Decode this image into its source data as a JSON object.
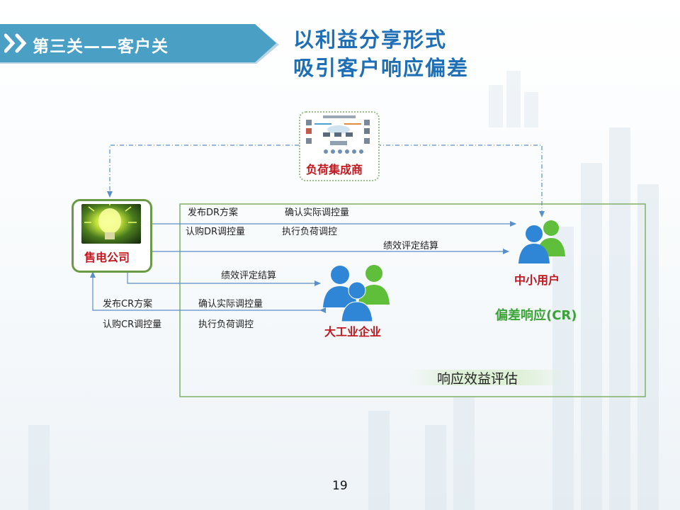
{
  "header": {
    "section_title": "第三关——客户关",
    "main_title_line1": "以利益分享形式",
    "main_title_line2": "吸引客户响应偏差"
  },
  "nodes": {
    "aggregator": "负荷集成商",
    "retail_company": "售电公司",
    "small_users": "中小用户",
    "large_industrial": "大工业企业"
  },
  "flows": {
    "publish_dr": "发布DR方案",
    "confirm_actual_top": "确认实际调控量",
    "subscribe_dr": "认购DR调控量",
    "execute_load_top": "执行负荷调控",
    "performance_small": "绩效评定结算",
    "performance_large": "绩效评定结算",
    "publish_cr": "发布CR方案",
    "confirm_actual_bottom": "确认实际调控量",
    "subscribe_cr": "认购CR调控量",
    "execute_load_bottom": "执行负荷调控"
  },
  "deviation_response": "偏差响应(CR)",
  "response_evaluation": "响应效益评估",
  "page_number": "19",
  "colors": {
    "banner": "#4a9fc4",
    "title_blue": "#1f6fb6",
    "node_red": "#c0181e",
    "green": "#3aa335",
    "arrow_blue": "#5b8fc7",
    "frame_green": "#7fb069"
  },
  "icons": [
    "chevron-right-icon",
    "light-bulb-icon",
    "user-group-icon",
    "network-diagram-icon"
  ]
}
